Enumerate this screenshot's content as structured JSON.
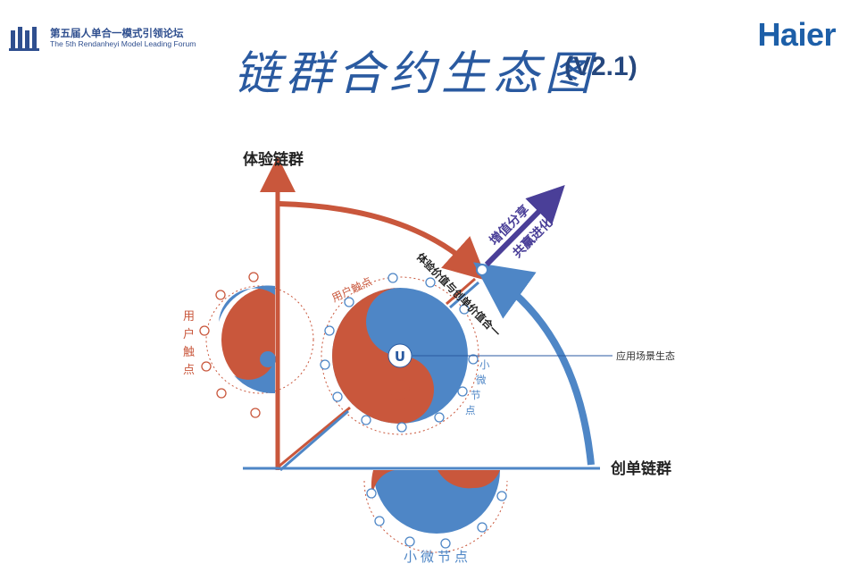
{
  "header": {
    "forum_name_cn": "第五届人单合一模式引领论坛",
    "forum_name_en": "The 5th Rendanheyi Model Leading Forum",
    "brand": "Haier",
    "title": "链群合约生态图",
    "version": "(V2.1)"
  },
  "diagram": {
    "axis_vertical_label": "体验链群",
    "axis_horizontal_label": "创单链群",
    "arrow_label_1": "增值分享",
    "arrow_label_2": "共赢进化",
    "diagonal_label": "体验价值与创单价值合一",
    "app_scene_label": "应用场景生态",
    "left_node_label": [
      "用",
      "户",
      "触",
      "点"
    ],
    "center_top_label": "用户触点",
    "center_right_label": [
      "小",
      "微",
      "节",
      "点"
    ],
    "bottom_label": "小微节点",
    "center_logo": "U",
    "colors": {
      "red": "#c9573c",
      "blue": "#4e86c6",
      "purple": "#4a3f98",
      "line": "#2a5aa0"
    }
  }
}
